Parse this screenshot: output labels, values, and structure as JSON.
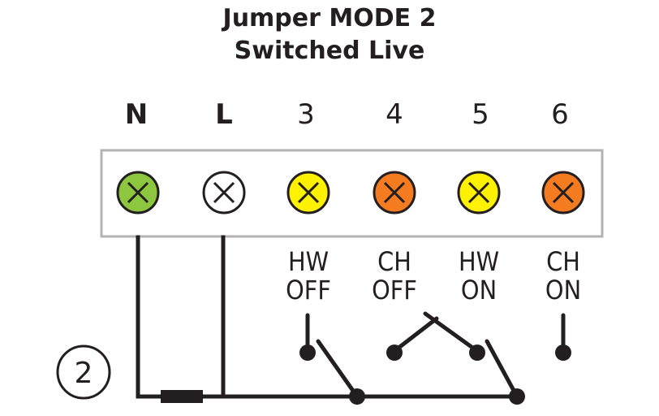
{
  "title": {
    "line1": "Jumper MODE 2",
    "line2": "Switched Live"
  },
  "terminals": [
    {
      "label": "N",
      "color": "#8dc63f"
    },
    {
      "label": "L",
      "color": "#ffffff"
    },
    {
      "label": "3",
      "color": "#fff200"
    },
    {
      "label": "4",
      "color": "#f47b20"
    },
    {
      "label": "5",
      "color": "#fff200"
    },
    {
      "label": "6",
      "color": "#f47b20"
    }
  ],
  "functions": [
    {
      "line1": "HW",
      "line2": "OFF"
    },
    {
      "line1": "CH",
      "line2": "OFF"
    },
    {
      "line1": "HW",
      "line2": "ON"
    },
    {
      "line1": "CH",
      "line2": "ON"
    }
  ],
  "jumper_number": "2",
  "colors": {
    "ink": "#231f20",
    "terminal_block_border": "#b3b3b3"
  }
}
